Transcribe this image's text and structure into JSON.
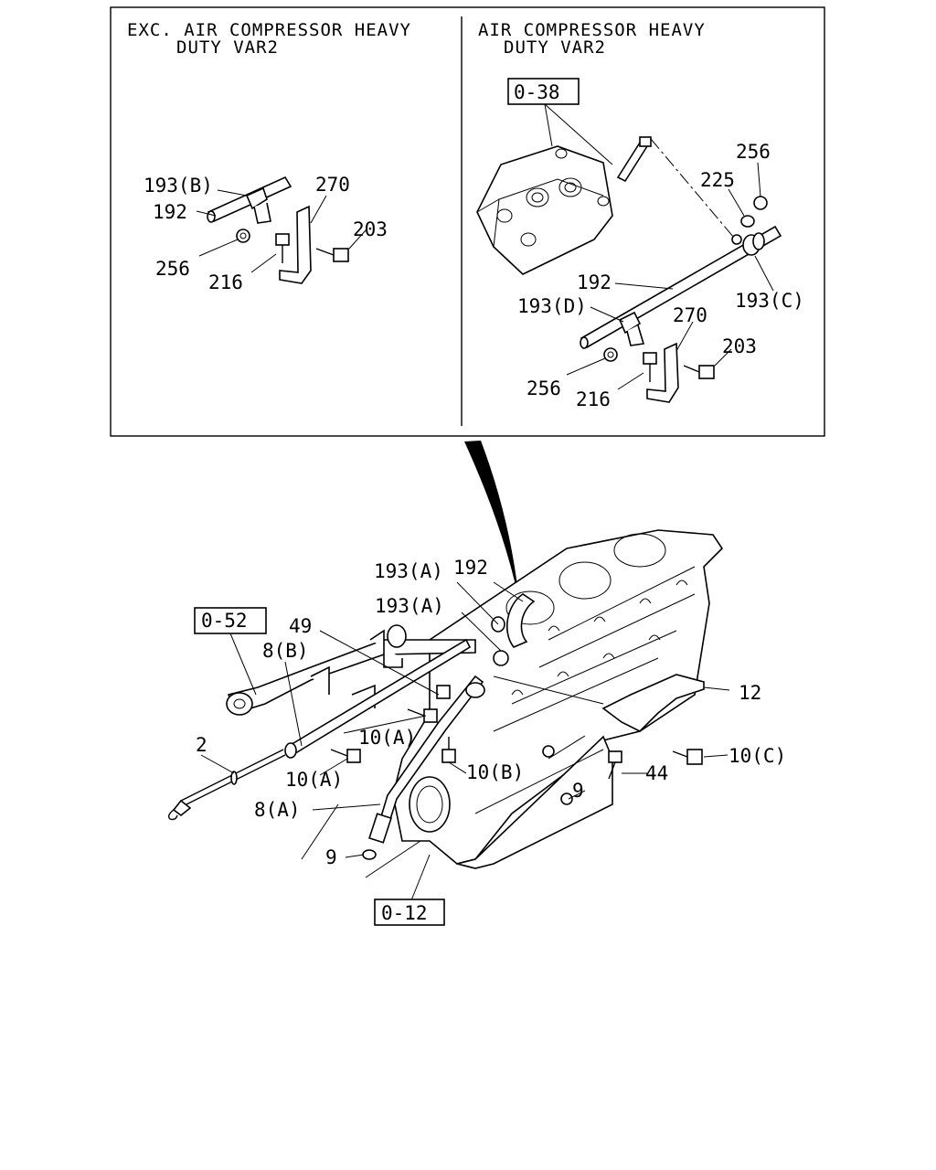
{
  "panels": {
    "left_header": [
      "EXC. AIR COMPRESSOR HEAVY",
      "DUTY VAR2"
    ],
    "right_header": [
      "AIR COMPRESSOR HEAVY",
      "DUTY VAR2"
    ]
  },
  "refs": {
    "r038": "0-38",
    "r052": "0-52",
    "r012": "0-12"
  },
  "left_labels": {
    "p193b": "193(B)",
    "p192": "192",
    "p270": "270",
    "p203": "203",
    "p256": "256",
    "p216": "216"
  },
  "right_labels": {
    "p256": "256",
    "p225": "225",
    "p192": "192",
    "p193d": "193(D)",
    "p193c": "193(C)",
    "p270": "270",
    "p203": "203",
    "p256b": "256",
    "p216": "216"
  },
  "main_labels": {
    "p193a1": "193(A)",
    "p192": "192",
    "p193a2": "193(A)",
    "p49": "49",
    "p8b": "8(B)",
    "p12": "12",
    "p2": "2",
    "p10a1": "10(A)",
    "p10a2": "10(A)",
    "p10b": "10(B)",
    "p10c": "10(C)",
    "p44": "44",
    "p8a": "8(A)",
    "p9a": "9",
    "p9b": "9"
  }
}
